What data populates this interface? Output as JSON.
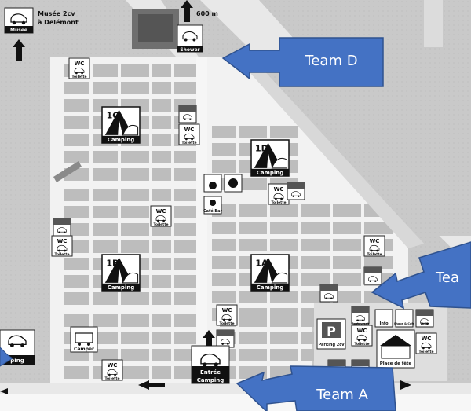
{
  "museum": {
    "line1": "Musée 2cv",
    "line2": "à Delémont",
    "icon_label": "Musée"
  },
  "shower": {
    "label": "Shower",
    "distance": "600 m"
  },
  "zones": [
    {
      "id": "1C",
      "label": "Camping"
    },
    {
      "id": "1D",
      "label": "Camping"
    },
    {
      "id": "1B",
      "label": "Camping"
    },
    {
      "id": "1A",
      "label": "Camping"
    }
  ],
  "wc": {
    "label": "WC",
    "sub": "Toilette"
  },
  "cafe_bar": "Café Bar",
  "camper": "Camper",
  "entrance": {
    "line1": "Entrée",
    "line2": "Camping"
  },
  "parking": {
    "symbol": "P",
    "label": "Parking 2cv"
  },
  "fete": "Place de fête",
  "info": "Info",
  "small_labels": {
    "restaurant": "Restaurant",
    "shops": "Shops & Cafe",
    "zelte": "Zelte"
  },
  "left_camping": "ping",
  "teams": [
    {
      "label": "Team D"
    },
    {
      "label": "Tea"
    },
    {
      "label": "Team A"
    }
  ],
  "colors": {
    "team_arrow": "#4472c4",
    "team_arrow_border": "#2f528f",
    "path": "#f4f4f4",
    "block": "#bdbdbd"
  }
}
